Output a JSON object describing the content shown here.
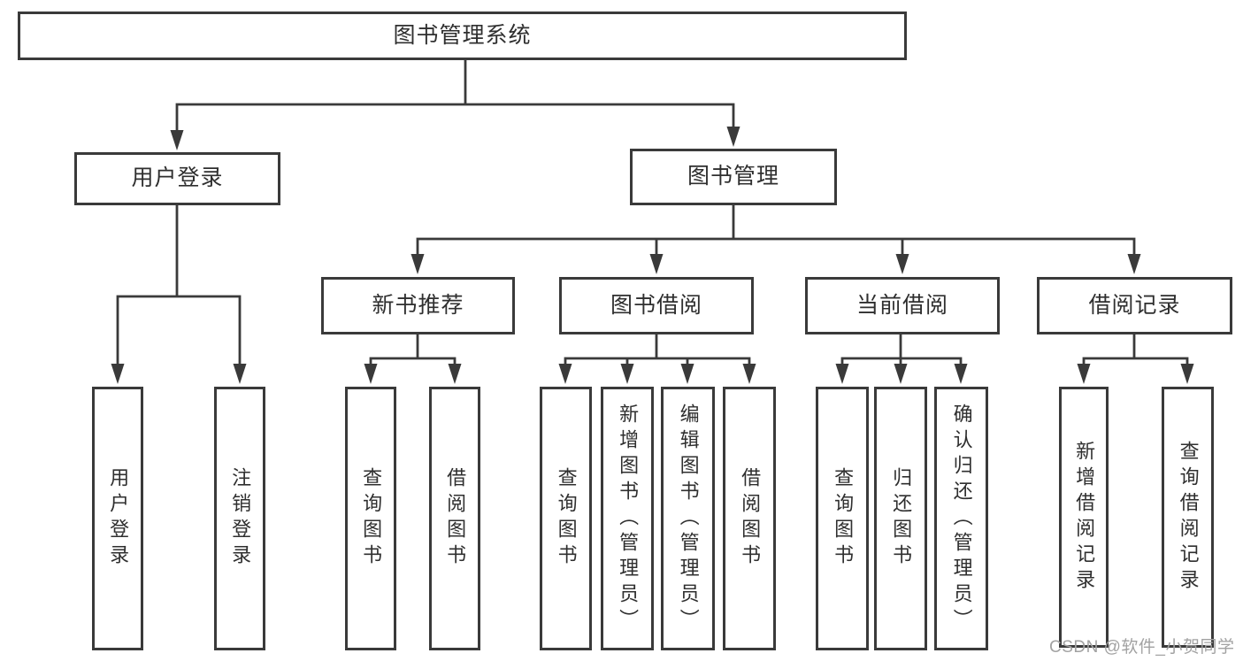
{
  "diagram": {
    "root": "图书管理系统",
    "level2": {
      "user_login": "用户登录",
      "book_mgmt": "图书管理"
    },
    "level3": {
      "new_book": "新书推荐",
      "book_borrow": "图书借阅",
      "current_borrow": "当前借阅",
      "borrow_record": "借阅记录"
    },
    "leaves": {
      "user_login": "用户登录",
      "logout": "注销登录",
      "nb_query": "查询图书",
      "nb_borrow": "借阅图书",
      "bb_query": "查询图书",
      "bb_add": "新增图书（管理员）",
      "bb_edit": "编辑图书（管理员）",
      "bb_borrow": "借阅图书",
      "cb_query": "查询图书",
      "cb_return": "归还图书",
      "cb_confirm": "确认归还（管理员）",
      "br_add": "新增借阅记录",
      "br_query": "查询借阅记录"
    }
  },
  "watermark": "CSDN @软件_小贺同学",
  "colors": {
    "line": "#3a3a3a",
    "box_border": "#3a3a3a",
    "text": "#2f2f2f",
    "watermark": "#a2a2a2",
    "background": "#ffffff"
  }
}
